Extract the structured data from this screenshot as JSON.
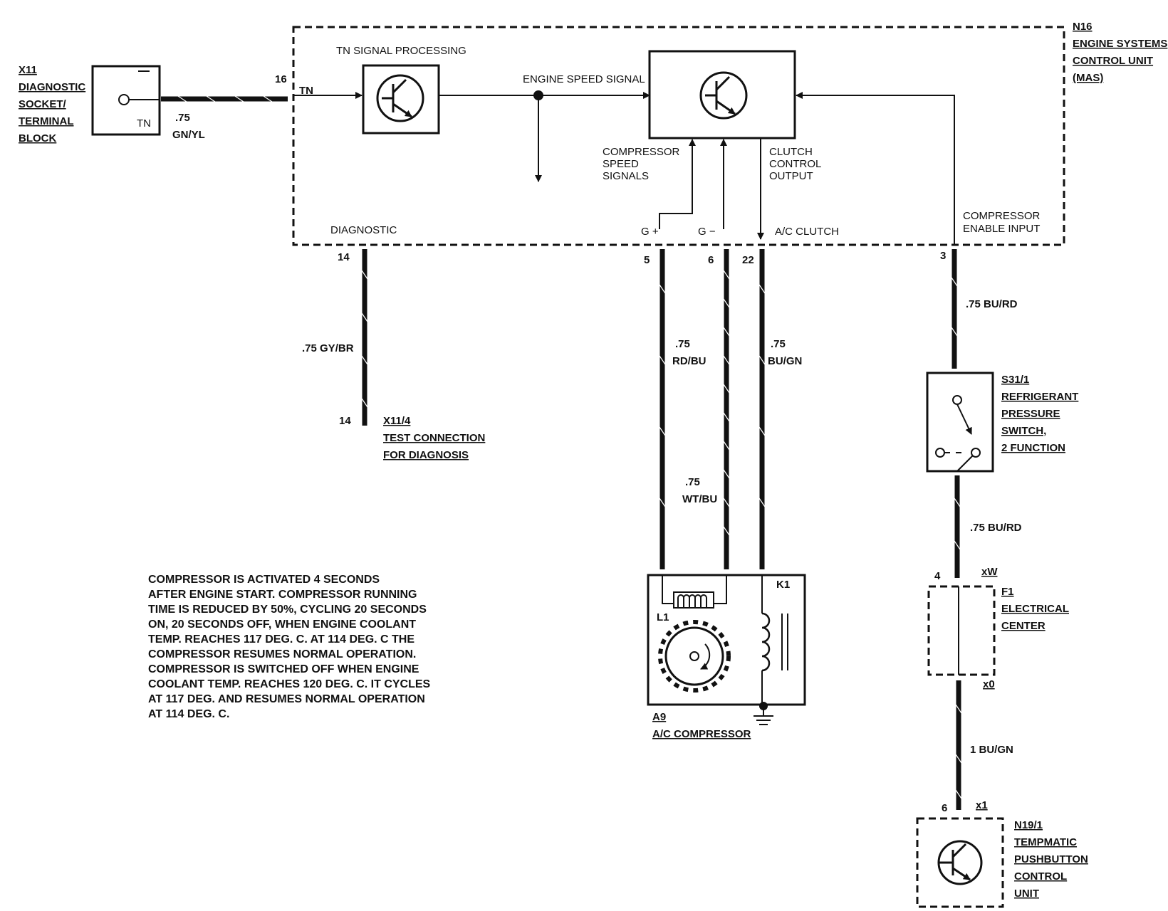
{
  "n16": {
    "id": "N16",
    "name_lines": [
      "ENGINE SYSTEMS",
      "CONTROL UNIT",
      "(MAS)"
    ],
    "tn_processing": "TN SIGNAL PROCESSING",
    "engine_speed": "ENGINE SPEED SIGNAL",
    "compressor_speed_lines": [
      "COMPRESSOR",
      "SPEED",
      "SIGNALS"
    ],
    "clutch_control_lines": [
      "CLUTCH",
      "CONTROL",
      "OUTPUT"
    ],
    "compressor_enable_lines": [
      "COMPRESSOR",
      "ENABLE INPUT"
    ],
    "diagnostic": "DIAGNOSTIC",
    "g_plus": "G +",
    "g_minus": "G −",
    "ac_clutch": "A/C CLUTCH",
    "tn": "TN",
    "pin_tn": "16"
  },
  "x11": {
    "id": "X11",
    "name_lines": [
      "DIAGNOSTIC",
      "SOCKET/",
      "TERMINAL",
      "BLOCK"
    ],
    "tn": "TN",
    "wire_gauge": ".75",
    "wire_color": "GN/YL"
  },
  "diag_wire": {
    "pin_top": "14",
    "label": ".75 GY/BR",
    "pin_bottom": "14"
  },
  "x11_4": {
    "id": "X11/4",
    "name_lines": [
      "TEST CONNECTION",
      "FOR DIAGNOSIS"
    ]
  },
  "compressor_wires": {
    "pin5": "5",
    "pin6": "6",
    "pin22": "22",
    "rdbu_gauge": ".75",
    "rdbu_color": "RD/BU",
    "wtbu_gauge": ".75",
    "wtbu_color": "WT/BU",
    "bugn_gauge": ".75",
    "bugn_color": "BU/GN"
  },
  "a9": {
    "id": "A9",
    "name": "A/C COMPRESSOR",
    "l1": "L1",
    "k1": "K1"
  },
  "right_chain": {
    "pin3": ".75 BU/RD",
    "pin3_num": "3",
    "wire2": ".75 BU/RD",
    "pin4": "4",
    "xw": "xW",
    "x0": "x0",
    "wire3": "1 BU/GN",
    "pin6": "6",
    "x1": "x1"
  },
  "s31": {
    "id": "S31/1",
    "name_lines": [
      "REFRIGERANT",
      "PRESSURE",
      "SWITCH,",
      "2 FUNCTION"
    ]
  },
  "f1": {
    "id": "F1",
    "name_lines": [
      "ELECTRICAL",
      "CENTER"
    ]
  },
  "n19": {
    "id": "N19/1",
    "name_lines": [
      "TEMPMATIC",
      "PUSHBUTTON",
      "CONTROL",
      "UNIT"
    ]
  },
  "note_lines": [
    "COMPRESSOR IS ACTIVATED 4 SECONDS",
    "AFTER ENGINE START. COMPRESSOR RUNNING",
    "TIME IS REDUCED BY 50%, CYCLING 20 SECONDS",
    "ON, 20 SECONDS OFF, WHEN ENGINE COOLANT",
    "TEMP. REACHES 117 DEG. C. AT 114 DEG. C THE",
    "COMPRESSOR RESUMES NORMAL OPERATION.",
    "COMPRESSOR IS SWITCHED OFF WHEN ENGINE",
    "COOLANT TEMP. REACHES 120 DEG. C. IT CYCLES",
    "AT 117 DEG. AND RESUMES NORMAL OPERATION",
    "AT 114 DEG. C."
  ]
}
